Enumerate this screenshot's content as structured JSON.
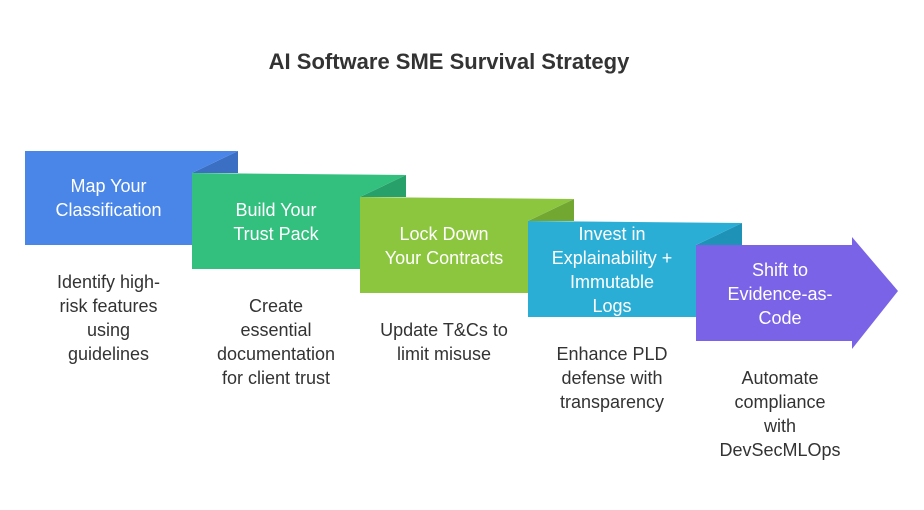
{
  "title": "AI Software SME Survival Strategy",
  "colors": {
    "step1": "#4a86e8",
    "step1_fold": "#3a6fc4",
    "step2": "#33c07f",
    "step2_fold": "#27a06a",
    "step3": "#8cc63f",
    "step3_fold": "#72a832",
    "step4": "#2aaed6",
    "step4_fold": "#1f92b8",
    "step5": "#7b63e8",
    "text_dark": "#333333"
  },
  "steps": [
    {
      "label_lines": [
        "Map Your",
        "Classification"
      ],
      "desc_lines": [
        "Identify high-",
        "risk features",
        "using",
        "guidelines"
      ]
    },
    {
      "label_lines": [
        "Build Your",
        "Trust Pack"
      ],
      "desc_lines": [
        "Create",
        "essential",
        "documentation",
        "for client trust"
      ]
    },
    {
      "label_lines": [
        "Lock Down",
        "Your Contracts"
      ],
      "desc_lines": [
        "Update T&Cs to",
        "limit misuse"
      ]
    },
    {
      "label_lines": [
        "Invest in",
        "Explainability +",
        "Immutable",
        "Logs"
      ],
      "desc_lines": [
        "Enhance PLD",
        "defense with",
        "transparency"
      ]
    },
    {
      "label_lines": [
        "Shift to",
        "Evidence-as-",
        "Code"
      ],
      "desc_lines": [
        "Automate",
        "compliance",
        "with",
        "DevSecMLOps"
      ]
    }
  ]
}
